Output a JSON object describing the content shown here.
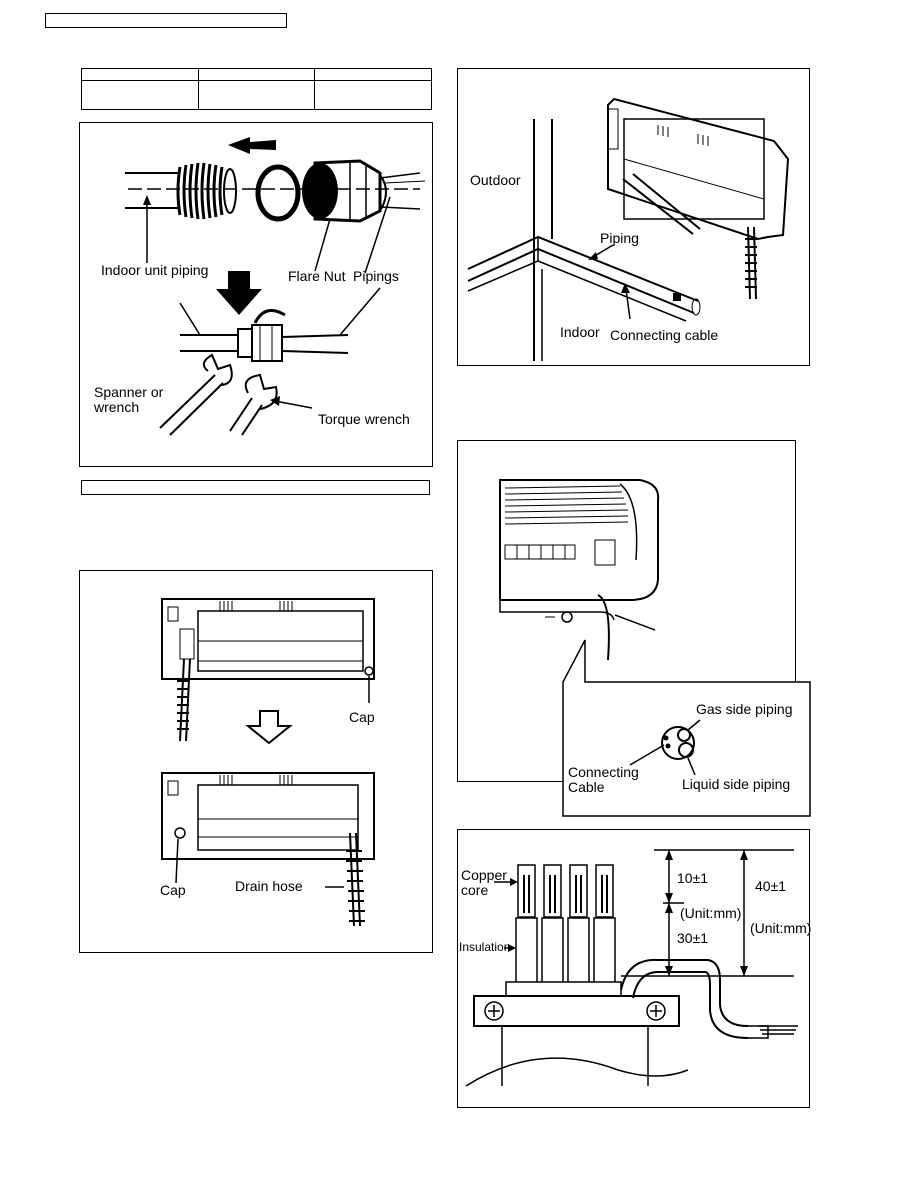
{
  "header": {
    "title_box": ""
  },
  "fig_flare": {
    "label_indoor_piping": "Indoor unit piping",
    "label_flare_nut": "Flare Nut",
    "label_pipings": "Pipings",
    "label_spanner_line1": "Spanner or",
    "label_spanner_line2": "wrench",
    "label_torque": "Torque wrench"
  },
  "fig_outdoor": {
    "label_outdoor": "Outdoor",
    "label_piping": "Piping",
    "label_indoor": "Indoor",
    "label_cable": "Connecting cable"
  },
  "fig_drain": {
    "label_cap_top": "Cap",
    "label_cap_bottom": "Cap",
    "label_drain_hose": "Drain hose"
  },
  "fig_unit": {
    "label_gas": "Gas side piping",
    "label_cable_line1": "Connecting",
    "label_cable_line2": "Cable",
    "label_liquid": "Liquid side piping"
  },
  "fig_terminal": {
    "label_copper_line1": "Copper",
    "label_copper_line2": "core",
    "label_insulation": "Insulation",
    "dim_10": "10±1",
    "dim_30": "30±1",
    "dim_40": "40±1",
    "unit_1": "(Unit:mm)",
    "unit_2": "(Unit:mm)"
  }
}
